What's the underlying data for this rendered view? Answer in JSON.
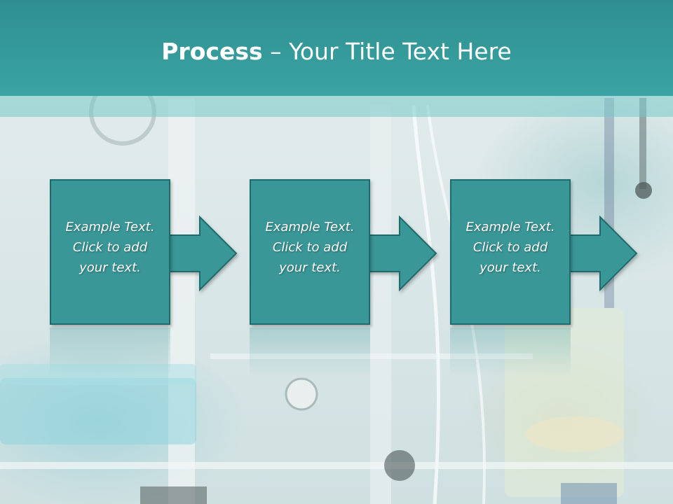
{
  "slide": {
    "title_bold": "Process",
    "title_rest": " – Your Title Text Here"
  },
  "steps": [
    {
      "line1": "Example Text.",
      "line2": "Click  to add",
      "line3": "your text."
    },
    {
      "line1": "Example Text.",
      "line2": "Click  to add",
      "line3": "your text."
    },
    {
      "line1": "Example Text.",
      "line2": "Click  to add",
      "line3": "your text."
    }
  ],
  "colors": {
    "header": "#3aa3a3",
    "box_fill": "#3a9797",
    "box_border": "#1f6a6c"
  }
}
